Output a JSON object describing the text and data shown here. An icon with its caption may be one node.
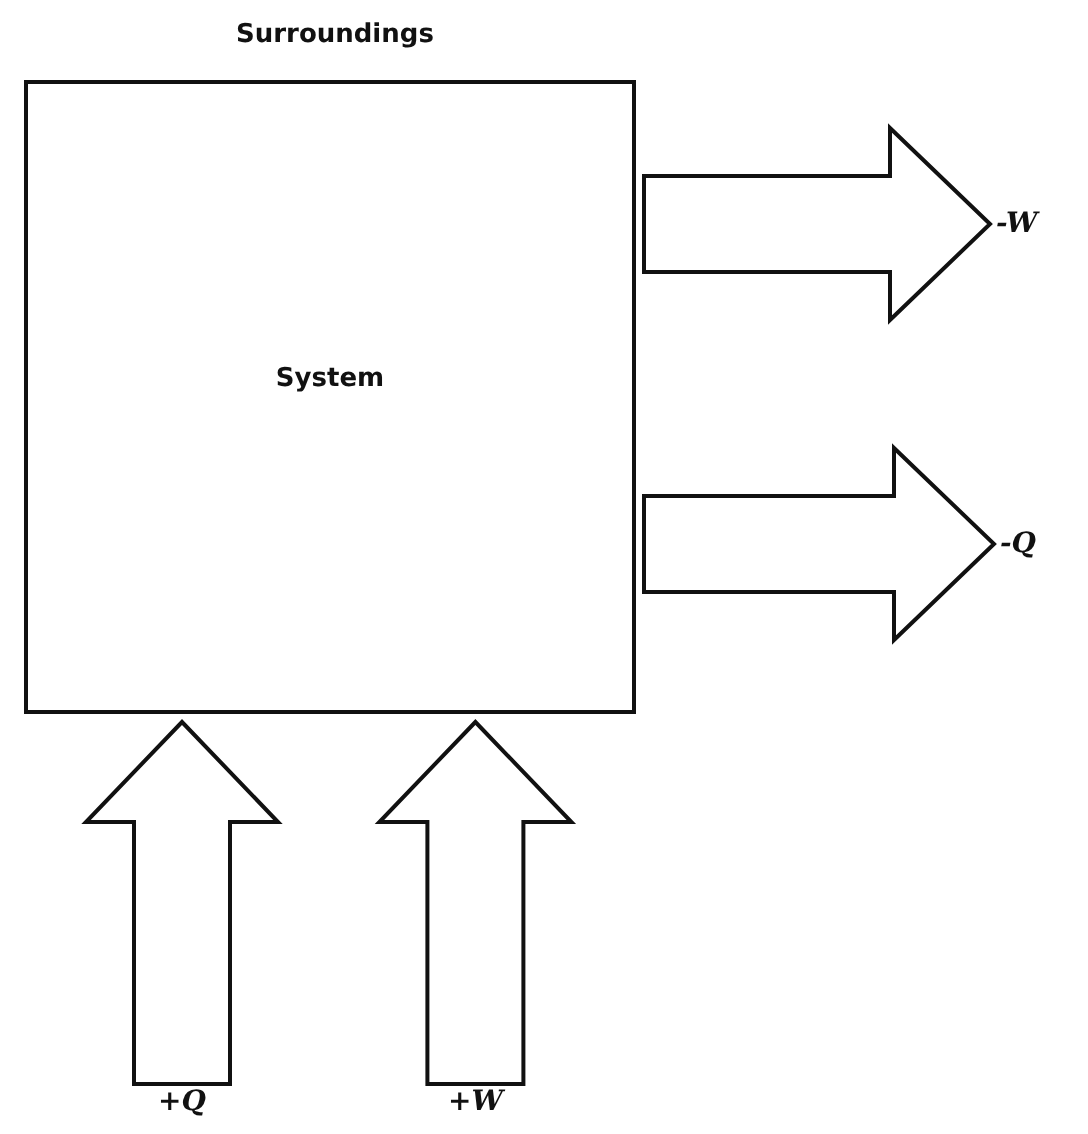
{
  "diagram": {
    "nodes": [
      {
        "text": [
          "System"
        ]
      },
      {
        "text": [
          "-W"
        ]
      },
      {
        "text": [
          "-Q"
        ]
      },
      {
        "text": [
          "+Q"
        ]
      },
      {
        "text": [
          "+W"
        ]
      }
    ],
    "edges": [
      {
        "from": 0,
        "to": 1,
        "arrow": "to"
      },
      {
        "from": 0,
        "to": 2,
        "arrow": "to"
      },
      {
        "from": 3,
        "to": 0,
        "arrow": "to"
      },
      {
        "from": 4,
        "to": 0,
        "arrow": "to"
      }
    ],
    "labels": [
      "Surroundings"
    ]
  }
}
